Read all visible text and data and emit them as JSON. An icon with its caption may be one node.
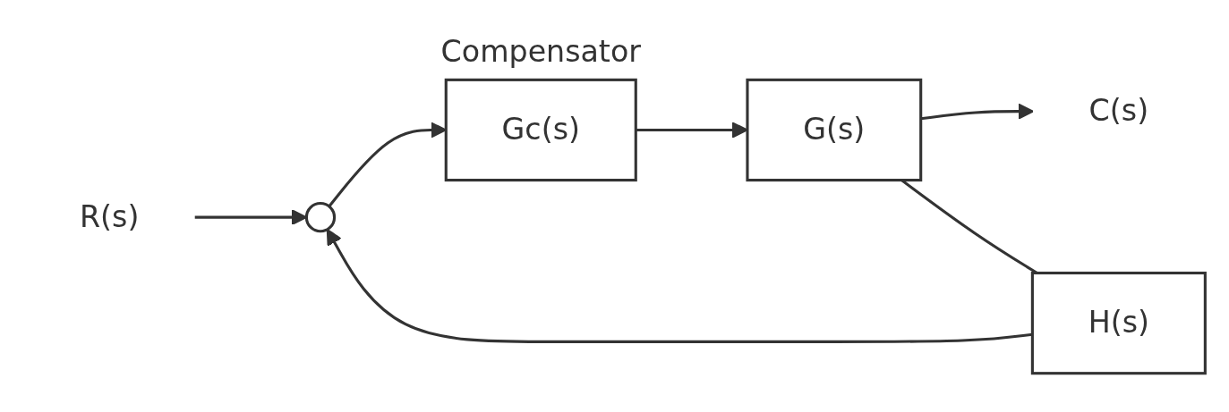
{
  "diagram": {
    "nodes": [
      {
        "text": [
          "R(s)"
        ]
      },
      {
        "text": [],
        "shape": "circle"
      },
      {
        "text": [
          "Gc(s)"
        ],
        "beside": [
          "Compensator"
        ]
      },
      {
        "text": [
          "G(s)"
        ]
      },
      {
        "text": [
          "C(s)"
        ]
      },
      {
        "text": [
          "H(s)"
        ]
      }
    ],
    "edges": [
      {
        "from": 0,
        "to": 1,
        "arrow": "to"
      },
      {
        "from": 1,
        "to": 2,
        "arrow": "to"
      },
      {
        "from": 2,
        "to": 3,
        "arrow": "to"
      },
      {
        "from": 3,
        "to": 4,
        "arrow": "to"
      },
      {
        "from": 3,
        "to": 5,
        "arrow": "none"
      },
      {
        "from": 5,
        "to": 1,
        "arrow": "to"
      }
    ]
  }
}
